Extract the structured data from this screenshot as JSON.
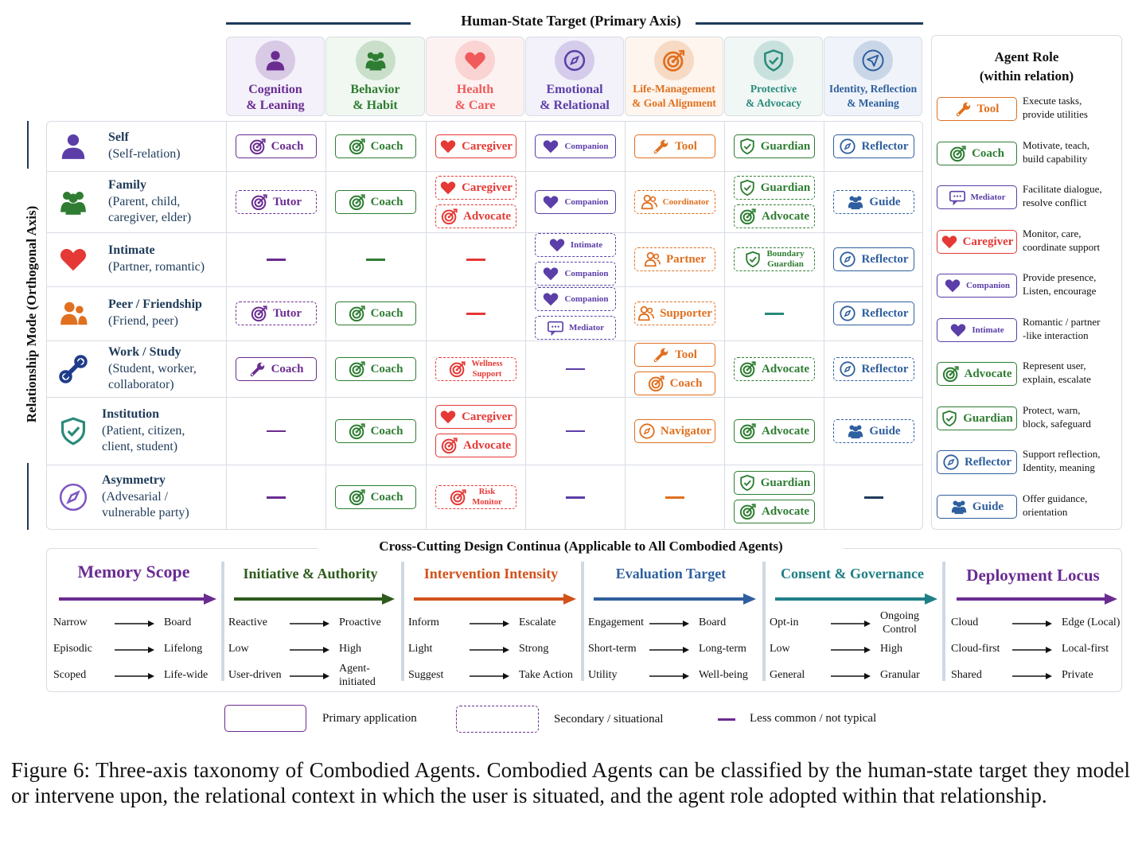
{
  "figure_title": "Human-State Target (Primary Axis)",
  "vertical_axis_label": "Relationship Mode (Orthogonal Axis)",
  "colors": {
    "purple": "#6a2c91",
    "green": "#2e7d32",
    "red": "#e53935",
    "violet": "#5b3ea8",
    "orange": "#e0701f",
    "teal": "#2a8a7a",
    "blue": "#2f5f9e",
    "navy": "#1f3b5a"
  },
  "columns": [
    {
      "label": "Cognition\n& Leaning",
      "icon": "person-icon",
      "color": "#6a2c91",
      "bg": "#f4f1fa"
    },
    {
      "label": "Behavior\n& Habit",
      "icon": "people-icon",
      "color": "#2e7d32",
      "bg": "#f1f8f1"
    },
    {
      "label": "Health\n& Care",
      "icon": "heart-icon",
      "color": "#f05a5a",
      "bg": "#fdf2f2"
    },
    {
      "label": "Emotional\n& Relational",
      "icon": "compass-icon",
      "color": "#5b3ea8",
      "bg": "#f3f1fa"
    },
    {
      "label": "Life-Management\n& Goal Alignment",
      "icon": "target-icon",
      "color": "#e0701f",
      "bg": "#fdf5ee"
    },
    {
      "label": "Protective\n& Advocacy",
      "icon": "shield-icon",
      "color": "#2a8a7a",
      "bg": "#f0f7f5"
    },
    {
      "label": "Identity, Reflection\n& Meaning",
      "icon": "send-icon",
      "color": "#2f5f9e",
      "bg": "#f0f4fa"
    }
  ],
  "rows": [
    {
      "title": "Self",
      "sub": "(Self-relation)",
      "icon": "person-icon",
      "color": "#5b3ea8"
    },
    {
      "title": "Family",
      "sub": "(Parent, child,\ncaregiver, elder)",
      "icon": "people-icon",
      "color": "#2e7d32"
    },
    {
      "title": "Intimate",
      "sub": "(Partner, romantic)",
      "icon": "heart-icon",
      "color": "#e53935"
    },
    {
      "title": "Peer / Friendship",
      "sub": "(Friend, peer)",
      "icon": "friends-icon",
      "color": "#e0701f"
    },
    {
      "title": "Work / Study",
      "sub": "(Student, worker,\ncollaborator)",
      "icon": "wrench-icon",
      "color": "#1f3b8a"
    },
    {
      "title": "Institution",
      "sub": "(Patient, citizen,\nclient, student)",
      "icon": "shield-icon",
      "color": "#2a8a7a"
    },
    {
      "title": "Asymmetry",
      "sub": "(Advesarial /\nvulnerable party)",
      "icon": "compass-icon",
      "color": "#7e57c2"
    }
  ],
  "cells": [
    [
      [
        {
          "t": "Coach",
          "s": "p",
          "i": "target-icon",
          "c": "purple"
        }
      ],
      [
        {
          "t": "Coach",
          "s": "p",
          "i": "target-icon",
          "c": "green"
        }
      ],
      [
        {
          "t": "Caregiver",
          "s": "p",
          "i": "heart-icon",
          "c": "red"
        }
      ],
      [
        {
          "t": "Companion",
          "s": "p",
          "i": "heart-icon",
          "c": "violet",
          "z": "sm"
        }
      ],
      [
        {
          "t": "Tool",
          "s": "p",
          "i": "wrench-icon",
          "c": "orange"
        }
      ],
      [
        {
          "t": "Guardian",
          "s": "p",
          "i": "shield-icon",
          "c": "green"
        }
      ],
      [
        {
          "t": "Reflector",
          "s": "p",
          "i": "compass-icon",
          "c": "blue"
        }
      ]
    ],
    [
      [
        {
          "t": "Tutor",
          "s": "s",
          "i": "target-icon",
          "c": "purple"
        }
      ],
      [
        {
          "t": "Coach",
          "s": "p",
          "i": "target-icon",
          "c": "green"
        }
      ],
      [
        {
          "t": "Caregiver",
          "s": "s",
          "i": "heart-icon",
          "c": "red"
        },
        {
          "t": "Advocate",
          "s": "s",
          "i": "target-icon",
          "c": "red"
        }
      ],
      [
        {
          "t": "Companion",
          "s": "p",
          "i": "heart-icon",
          "c": "violet",
          "z": "sm"
        }
      ],
      [
        {
          "t": "Coordinator",
          "s": "s",
          "i": "friends-icon",
          "c": "orange",
          "z": "sm"
        }
      ],
      [
        {
          "t": "Guardian",
          "s": "s",
          "i": "shield-icon",
          "c": "green"
        },
        {
          "t": "Advocate",
          "s": "s",
          "i": "target-icon",
          "c": "green"
        }
      ],
      [
        {
          "t": "Guide",
          "s": "s",
          "i": "people-icon",
          "c": "blue"
        }
      ]
    ],
    [
      [
        {
          "d": "purple"
        }
      ],
      [
        {
          "d": "green"
        }
      ],
      [
        {
          "d": "red"
        }
      ],
      [
        {
          "t": "Intimate",
          "s": "s",
          "i": "heart-icon",
          "c": "violet",
          "z": "sm"
        },
        {
          "t": "Companion",
          "s": "s",
          "i": "heart-icon",
          "c": "violet",
          "z": "sm"
        }
      ],
      [
        {
          "t": "Partner",
          "s": "s",
          "i": "friends-icon",
          "c": "orange"
        }
      ],
      [
        {
          "t": "Boundary\nGuardian",
          "s": "s",
          "i": "shield-icon",
          "c": "green",
          "z": "sm"
        }
      ],
      [
        {
          "t": "Reflector",
          "s": "p",
          "i": "compass-icon",
          "c": "blue"
        }
      ]
    ],
    [
      [
        {
          "t": "Tutor",
          "s": "s",
          "i": "target-icon",
          "c": "purple"
        }
      ],
      [
        {
          "t": "Coach",
          "s": "p",
          "i": "target-icon",
          "c": "green"
        }
      ],
      [
        {
          "d": "red"
        }
      ],
      [
        {
          "t": "Companion",
          "s": "s",
          "i": "heart-icon",
          "c": "violet",
          "z": "sm"
        },
        {
          "t": "Mediator",
          "s": "s",
          "i": "chat-icon",
          "c": "violet",
          "z": "sm"
        }
      ],
      [
        {
          "t": "Supporter",
          "s": "s",
          "i": "friends-icon",
          "c": "orange"
        }
      ],
      [
        {
          "d": "teal"
        }
      ],
      [
        {
          "t": "Reflector",
          "s": "p",
          "i": "compass-icon",
          "c": "blue"
        }
      ]
    ],
    [
      [
        {
          "t": "Coach",
          "s": "p",
          "i": "wrench-icon",
          "c": "purple"
        }
      ],
      [
        {
          "t": "Coach",
          "s": "p",
          "i": "target-icon",
          "c": "green"
        }
      ],
      [
        {
          "t": "Wellness\nSupport",
          "s": "s",
          "i": "target-icon",
          "c": "red",
          "z": "xs"
        }
      ],
      [
        {
          "d": "violet"
        }
      ],
      [
        {
          "t": "Tool",
          "s": "p",
          "i": "wrench-icon",
          "c": "orange"
        },
        {
          "t": "Coach",
          "s": "p",
          "i": "target-icon",
          "c": "orange"
        }
      ],
      [
        {
          "t": "Advocate",
          "s": "s",
          "i": "target-icon",
          "c": "green"
        }
      ],
      [
        {
          "t": "Reflector",
          "s": "s",
          "i": "compass-icon",
          "c": "blue"
        }
      ]
    ],
    [
      [
        {
          "d": "purple"
        }
      ],
      [
        {
          "t": "Coach",
          "s": "p",
          "i": "target-icon",
          "c": "green"
        }
      ],
      [
        {
          "t": "Caregiver",
          "s": "p",
          "i": "heart-icon",
          "c": "red"
        },
        {
          "t": "Advocate",
          "s": "p",
          "i": "target-icon",
          "c": "red"
        }
      ],
      [
        {
          "d": "violet"
        }
      ],
      [
        {
          "t": "Navigator",
          "s": "p",
          "i": "compass-icon",
          "c": "orange"
        }
      ],
      [
        {
          "t": "Advocate",
          "s": "p",
          "i": "target-icon",
          "c": "green"
        }
      ],
      [
        {
          "t": "Guide",
          "s": "s",
          "i": "people-icon",
          "c": "blue"
        }
      ]
    ],
    [
      [
        {
          "d": "purple"
        }
      ],
      [
        {
          "t": "Coach",
          "s": "p",
          "i": "target-icon",
          "c": "green"
        }
      ],
      [
        {
          "t": "Risk\nMonitor",
          "s": "s",
          "i": "target-icon",
          "c": "red",
          "z": "xs"
        }
      ],
      [
        {
          "d": "violet"
        }
      ],
      [
        {
          "d": "orange"
        }
      ],
      [
        {
          "t": "Guardian",
          "s": "p",
          "i": "shield-icon",
          "c": "green"
        },
        {
          "t": "Advocate",
          "s": "p",
          "i": "target-icon",
          "c": "green"
        }
      ],
      [
        {
          "d": "navy"
        }
      ]
    ]
  ],
  "role_panel": {
    "title": "Agent Role\n(within relation)",
    "roles": [
      {
        "label": "Tool",
        "icon": "wrench-icon",
        "c": "orange",
        "desc": "Execute tasks,\nprovide utilities"
      },
      {
        "label": "Coach",
        "icon": "target-icon",
        "c": "green",
        "desc": "Motivate, teach,\nbuild capability"
      },
      {
        "label": "Mediator",
        "icon": "chat-icon",
        "c": "violet",
        "desc": "Facilitate dialogue,\nresolve conflict",
        "z": "sm"
      },
      {
        "label": "Caregiver",
        "icon": "heart-icon",
        "c": "red",
        "desc": "Monitor, care,\ncoordinate support"
      },
      {
        "label": "Companion",
        "icon": "heart-icon",
        "c": "violet",
        "desc": "Provide presence,\nListen, encourage",
        "z": "sm"
      },
      {
        "label": "Intimate",
        "icon": "heart-icon",
        "c": "violet",
        "desc": "Romantic / partner\n-like interaction",
        "z": "sm"
      },
      {
        "label": "Advocate",
        "icon": "target-icon",
        "c": "green",
        "desc": "Represent user,\nexplain, escalate"
      },
      {
        "label": "Guardian",
        "icon": "shield-icon",
        "c": "green",
        "desc": "Protect, warn,\nblock, safeguard"
      },
      {
        "label": "Reflector",
        "icon": "compass-icon",
        "c": "blue",
        "desc": "Support reflection,\nIdentity, meaning"
      },
      {
        "label": "Guide",
        "icon": "people-icon",
        "c": "blue",
        "desc": "Offer guidance,\norientation"
      }
    ]
  },
  "continua": {
    "title": "Cross-Cutting Design Continua (Applicable to All Combodied Agents)",
    "groups": [
      {
        "title": "Memory Scope",
        "color": "#6a2c91",
        "pairs": [
          [
            "Narrow",
            "Board"
          ],
          [
            "Episodic",
            "Lifelong"
          ],
          [
            "Scoped",
            "Life-wide"
          ]
        ]
      },
      {
        "title": "Initiative & Authority",
        "color": "#2e5a1c",
        "pairs": [
          [
            "Reactive",
            "Proactive"
          ],
          [
            "Low",
            "High"
          ],
          [
            "User-driven",
            "Agent-\ninitiated"
          ]
        ]
      },
      {
        "title": "Intervention Intensity",
        "color": "#d2521c",
        "pairs": [
          [
            "Inform",
            "Escalate"
          ],
          [
            "Light",
            "Strong"
          ],
          [
            "Suggest",
            "Take Action"
          ]
        ]
      },
      {
        "title": "Evaluation Target",
        "color": "#2f5f9e",
        "pairs": [
          [
            "Engagement",
            "Board"
          ],
          [
            "Short-term",
            "Long-term"
          ],
          [
            "Utility",
            "Well-being"
          ]
        ]
      },
      {
        "title": "Consent & Governance",
        "color": "#1f7f86",
        "pairs": [
          [
            "Opt-in",
            "Ongoing\nControl"
          ],
          [
            "Low",
            "High"
          ],
          [
            "General",
            "Granular"
          ]
        ]
      },
      {
        "title": "Deployment Locus",
        "color": "#6a2c91",
        "pairs": [
          [
            "Cloud",
            "Edge (Local)"
          ],
          [
            "Cloud-first",
            "Local-first"
          ],
          [
            "Shared",
            "Private"
          ]
        ]
      }
    ]
  },
  "legend": {
    "primary": "Primary application",
    "secondary": "Secondary / situational",
    "less": "Less common / not typical"
  },
  "caption": "Figure 6: Three-axis taxonomy of Combodied Agents. Combodied Agents can be classified by the human-state target they model or intervene upon, the relational context in which the user is situated, and the agent role adopted within that relationship."
}
